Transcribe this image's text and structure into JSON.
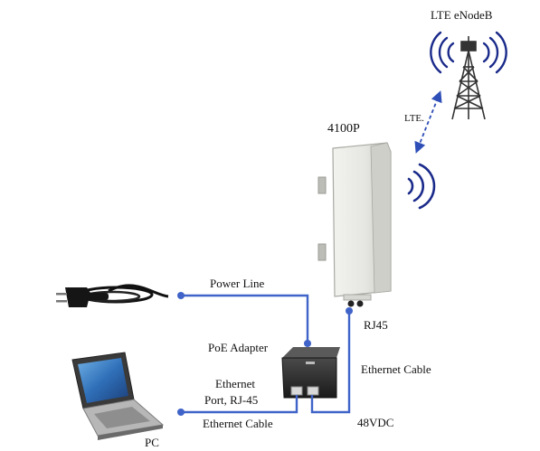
{
  "labels": {
    "lte_enodeb": "LTE eNodeB",
    "model": "4100P",
    "lte_link": "LTE.",
    "power_line": "Power Line",
    "poe_adapter": "PoE Adapter",
    "rj45": "RJ45",
    "ethernet_cable_right": "Ethernet Cable",
    "ethernet_port_line1": "Ethernet",
    "ethernet_port_line2": "Port, RJ-45",
    "ethernet_cable_bottom": "Ethernet Cable",
    "dc_voltage": "48VDC",
    "pc": "PC"
  },
  "colors": {
    "connector_line": "#3f63c8",
    "arrow": "#2f4fb8",
    "signal_arc": "#1a2a8a",
    "device_body": "#e6e6e2",
    "adapter_body": "#2b2b2b"
  }
}
